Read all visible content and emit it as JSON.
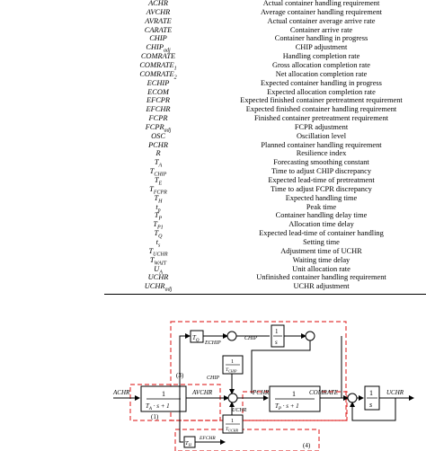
{
  "table": {
    "rows": [
      {
        "abbr": "ACHR",
        "desc": "Actual container handling requirement"
      },
      {
        "abbr": "AVCHR",
        "desc": "Average container handling requirement"
      },
      {
        "abbr": "AVRATE",
        "desc": "Actual container average arrive rate"
      },
      {
        "abbr": "CARATE",
        "desc": "Container arrive rate"
      },
      {
        "abbr": "CHIP",
        "desc": "Container handling in progress"
      },
      {
        "abbr": "CHIPadj",
        "desc": "CHIP adjustment"
      },
      {
        "abbr": "COMRATE",
        "desc": "Handling completion rate"
      },
      {
        "abbr": "COMRATE1",
        "desc": "Gross allocation completion rate"
      },
      {
        "abbr": "COMRATE2",
        "desc": "Net allocation completion rate"
      },
      {
        "abbr": "ECHIP",
        "desc": "Expected container handling in progress"
      },
      {
        "abbr": "ECOM",
        "desc": "Expected allocation completion rate"
      },
      {
        "abbr": "EFCPR",
        "desc": "Expected finished container pretreatment requirement"
      },
      {
        "abbr": "EFCHR",
        "desc": "Expected finished container handling requirement"
      },
      {
        "abbr": "FCPR",
        "desc": "Finished container pretreatment requirement"
      },
      {
        "abbr": "FCPRadj",
        "desc": "FCPR adjustment"
      },
      {
        "abbr": "OSC",
        "desc": "Oscillation level"
      },
      {
        "abbr": "PCHR",
        "desc": "Planned container handling requirement"
      },
      {
        "abbr": "R",
        "desc": "Resilience index"
      },
      {
        "abbr": "TA",
        "desc": "Forecasting smoothing constant"
      },
      {
        "abbr": "TCHIP",
        "desc": "Time to adjust CHIP discrepancy"
      },
      {
        "abbr": "TE",
        "desc": "Expected lead-time of pretreatment"
      },
      {
        "abbr": "TFCPR",
        "desc": "Time to adjust FCPR discrepancy"
      },
      {
        "abbr": "TH",
        "desc": "Expected handling time"
      },
      {
        "abbr": "tp",
        "desc": "Peak time"
      },
      {
        "abbr": "TP",
        "desc": "Container handling delay time"
      },
      {
        "abbr": "TP1",
        "desc": "Allocation time delay"
      },
      {
        "abbr": "TQ",
        "desc": "Expected lead-time of container handling"
      },
      {
        "abbr": "ts",
        "desc": "Setting time"
      },
      {
        "abbr": "TUCHR",
        "desc": "Adjustment time of UCHR"
      },
      {
        "abbr": "TWAIT",
        "desc": "Waiting time delay"
      },
      {
        "abbr": "UA",
        "desc": "Unit allocation rate"
      },
      {
        "abbr": "UCHR",
        "desc": "Unfinished container handling requirement"
      },
      {
        "abbr": "UCHRadj",
        "desc": "UCHR adjustment"
      }
    ]
  },
  "diagram": {
    "labels": {
      "achr_in": "ACHR",
      "avchr": "AVCHR",
      "pchr": "PCHR",
      "comrate": "COMRATE",
      "uchr_out": "UCHR",
      "chip": "CHIP",
      "echip": "ECHIP",
      "chip_adj": "CHIP",
      "uchr_adj": "UCHR",
      "efchr": "EFCHR",
      "region_1": "(1)",
      "region_3": "(3)",
      "region_4": "(4)",
      "tq": "T",
      "tchip": "T",
      "tuchr": "T",
      "th": "T",
      "one": "1",
      "s": "s"
    }
  }
}
